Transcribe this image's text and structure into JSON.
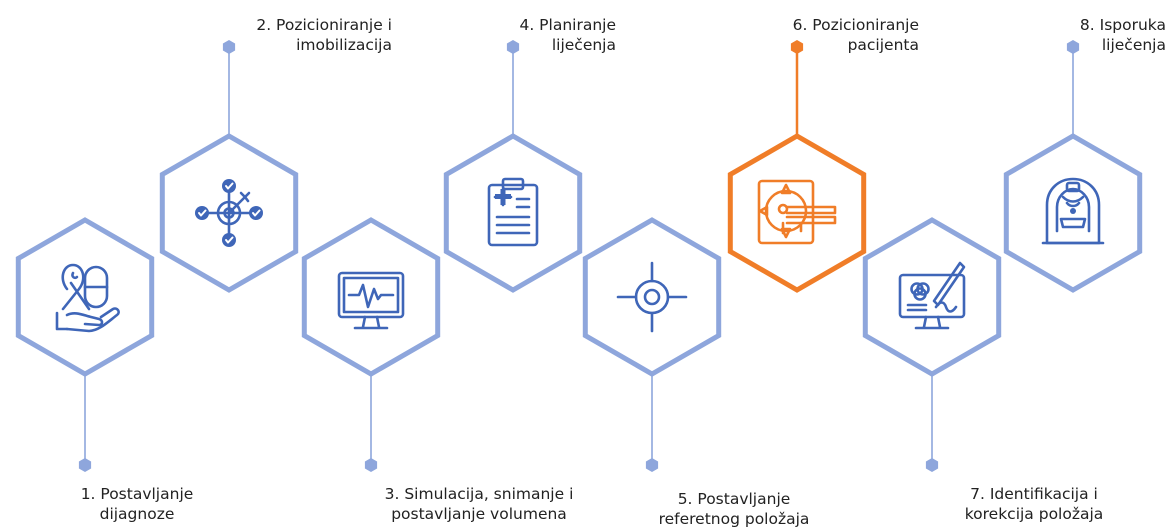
{
  "colors": {
    "primary": "#8ea6dc",
    "highlight": "#f07d28",
    "icon": "#3f66b8",
    "text": "#222222"
  },
  "steps": [
    {
      "label": "1. Postavljanje\ndijagnoze",
      "icon": "ribbon-pill-hand-icon",
      "highlighted": false
    },
    {
      "label": "2. Pozicioniranje i\nimobilizacija",
      "icon": "target-arrow-icon",
      "highlighted": false
    },
    {
      "label": "3. Simulacija, snimanje i\npostavljanje volumena",
      "icon": "monitor-waveform-icon",
      "highlighted": false
    },
    {
      "label": "4. Planiranje\nliječenja",
      "icon": "clipboard-plan-icon",
      "highlighted": false
    },
    {
      "label": "5. Postavljanje\nreferetnog položaja",
      "icon": "crosshair-icon",
      "highlighted": false
    },
    {
      "label": "6. Pozicioniranje\npacijenta",
      "icon": "patient-couch-icon",
      "highlighted": true
    },
    {
      "label": "7. Identifikacija i\nkorekcija položaja",
      "icon": "screen-stylus-icon",
      "highlighted": false
    },
    {
      "label": "8. Isporuka\nliječenja",
      "icon": "linac-machine-icon",
      "highlighted": false
    }
  ]
}
